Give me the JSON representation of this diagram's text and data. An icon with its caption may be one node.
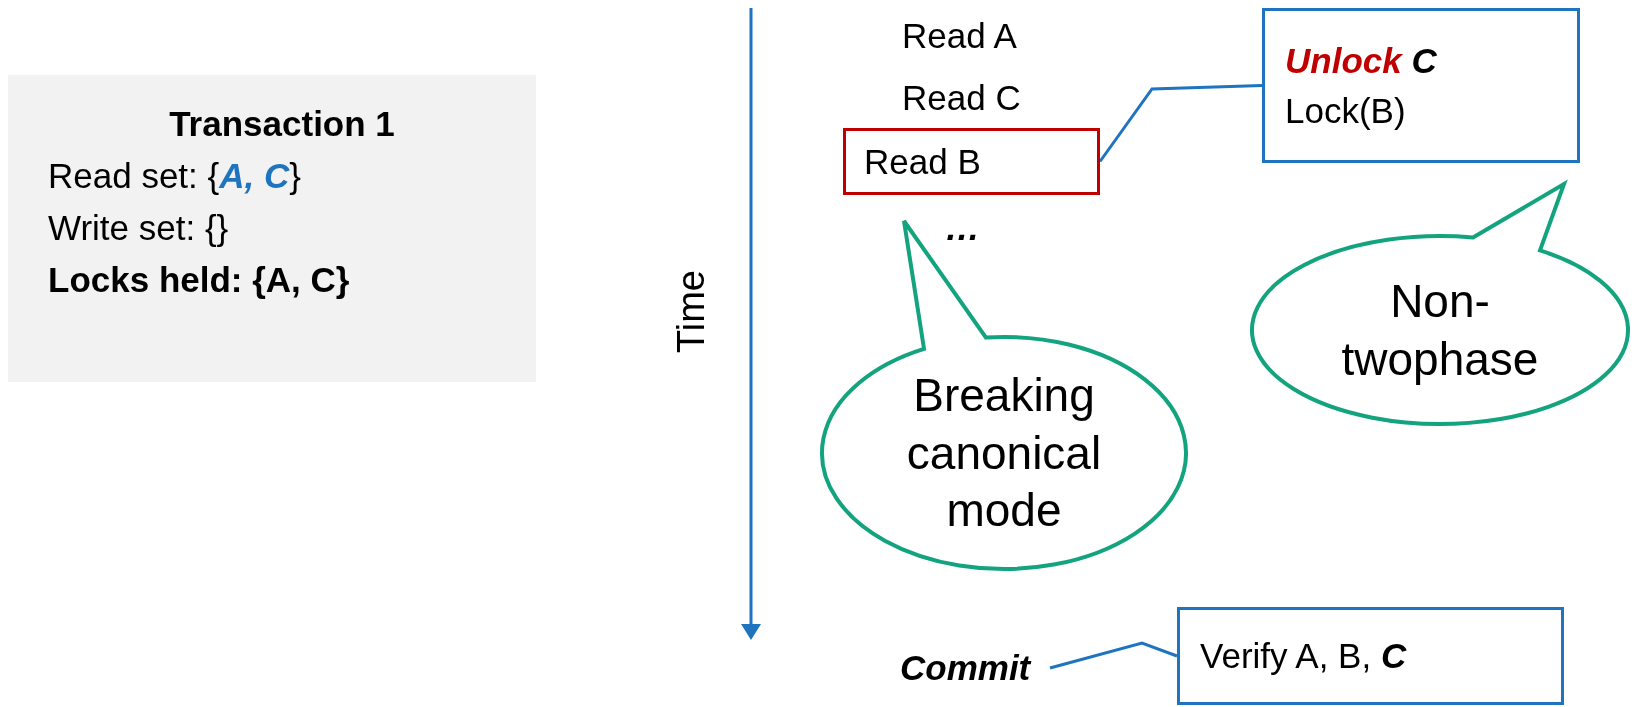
{
  "diagram": {
    "nodes": [
      {
        "text": [
          "Transaction 1",
          "Read set: {**A, C**}",
          "Write set: {}",
          "Locks held: {A, C}"
        ]
      },
      {
        "text": [
          "Read B"
        ]
      },
      {
        "text": [
          "**Unlock** C",
          "Lock(B)"
        ]
      },
      {
        "text": [
          "Breaking canonical mode"
        ]
      },
      {
        "text": [
          "Non- twophase"
        ]
      },
      {
        "text": [
          "Commit"
        ]
      },
      {
        "text": [
          "Verify A, B, **C**"
        ]
      }
    ],
    "edges": [
      {
        "from": 1,
        "to": 2,
        "arrow": "none"
      },
      {
        "from": 5,
        "to": 6,
        "arrow": "none"
      }
    ],
    "labels": [
      "Time",
      "Read A",
      "Read C",
      "…"
    ]
  }
}
